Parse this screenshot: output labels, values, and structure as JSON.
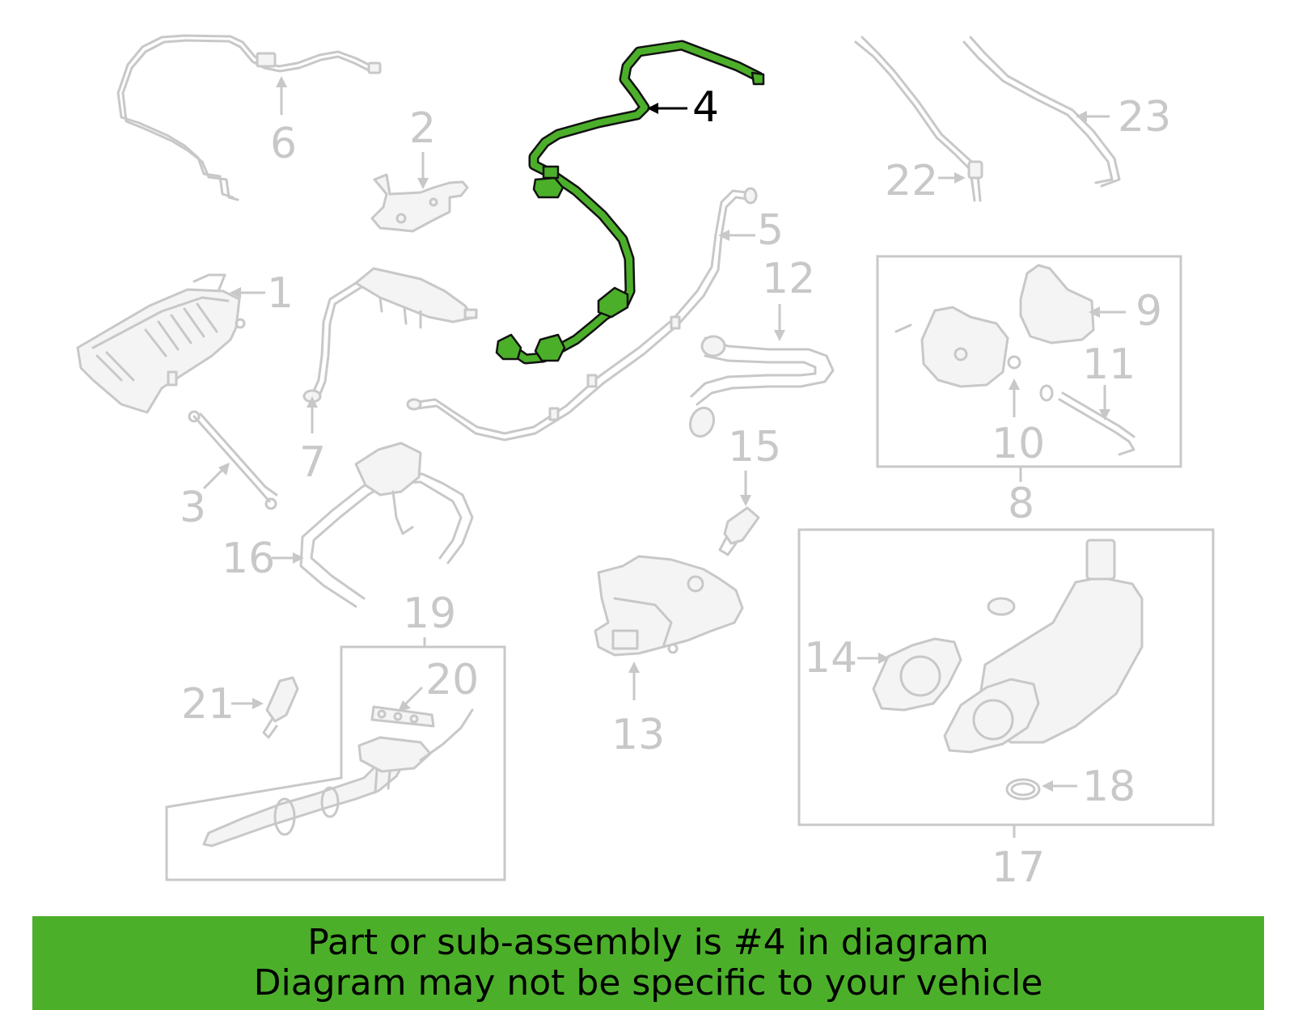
{
  "highlight_color": "#4caf2a",
  "highlighted_part": "4",
  "banner": {
    "line1": "Part or sub-assembly is #4 in diagram",
    "line2": "Diagram may not be specific to your vehicle"
  },
  "callouts": {
    "c1": "1",
    "c2": "2",
    "c3": "3",
    "c4": "4",
    "c5": "5",
    "c6": "6",
    "c7": "7",
    "c8": "8",
    "c9": "9",
    "c10": "10",
    "c11": "11",
    "c12": "12",
    "c13": "13",
    "c14": "14",
    "c15": "15",
    "c16": "16",
    "c17": "17",
    "c18": "18",
    "c19": "19",
    "c20": "20",
    "c21": "21",
    "c22": "22",
    "c23": "23"
  }
}
